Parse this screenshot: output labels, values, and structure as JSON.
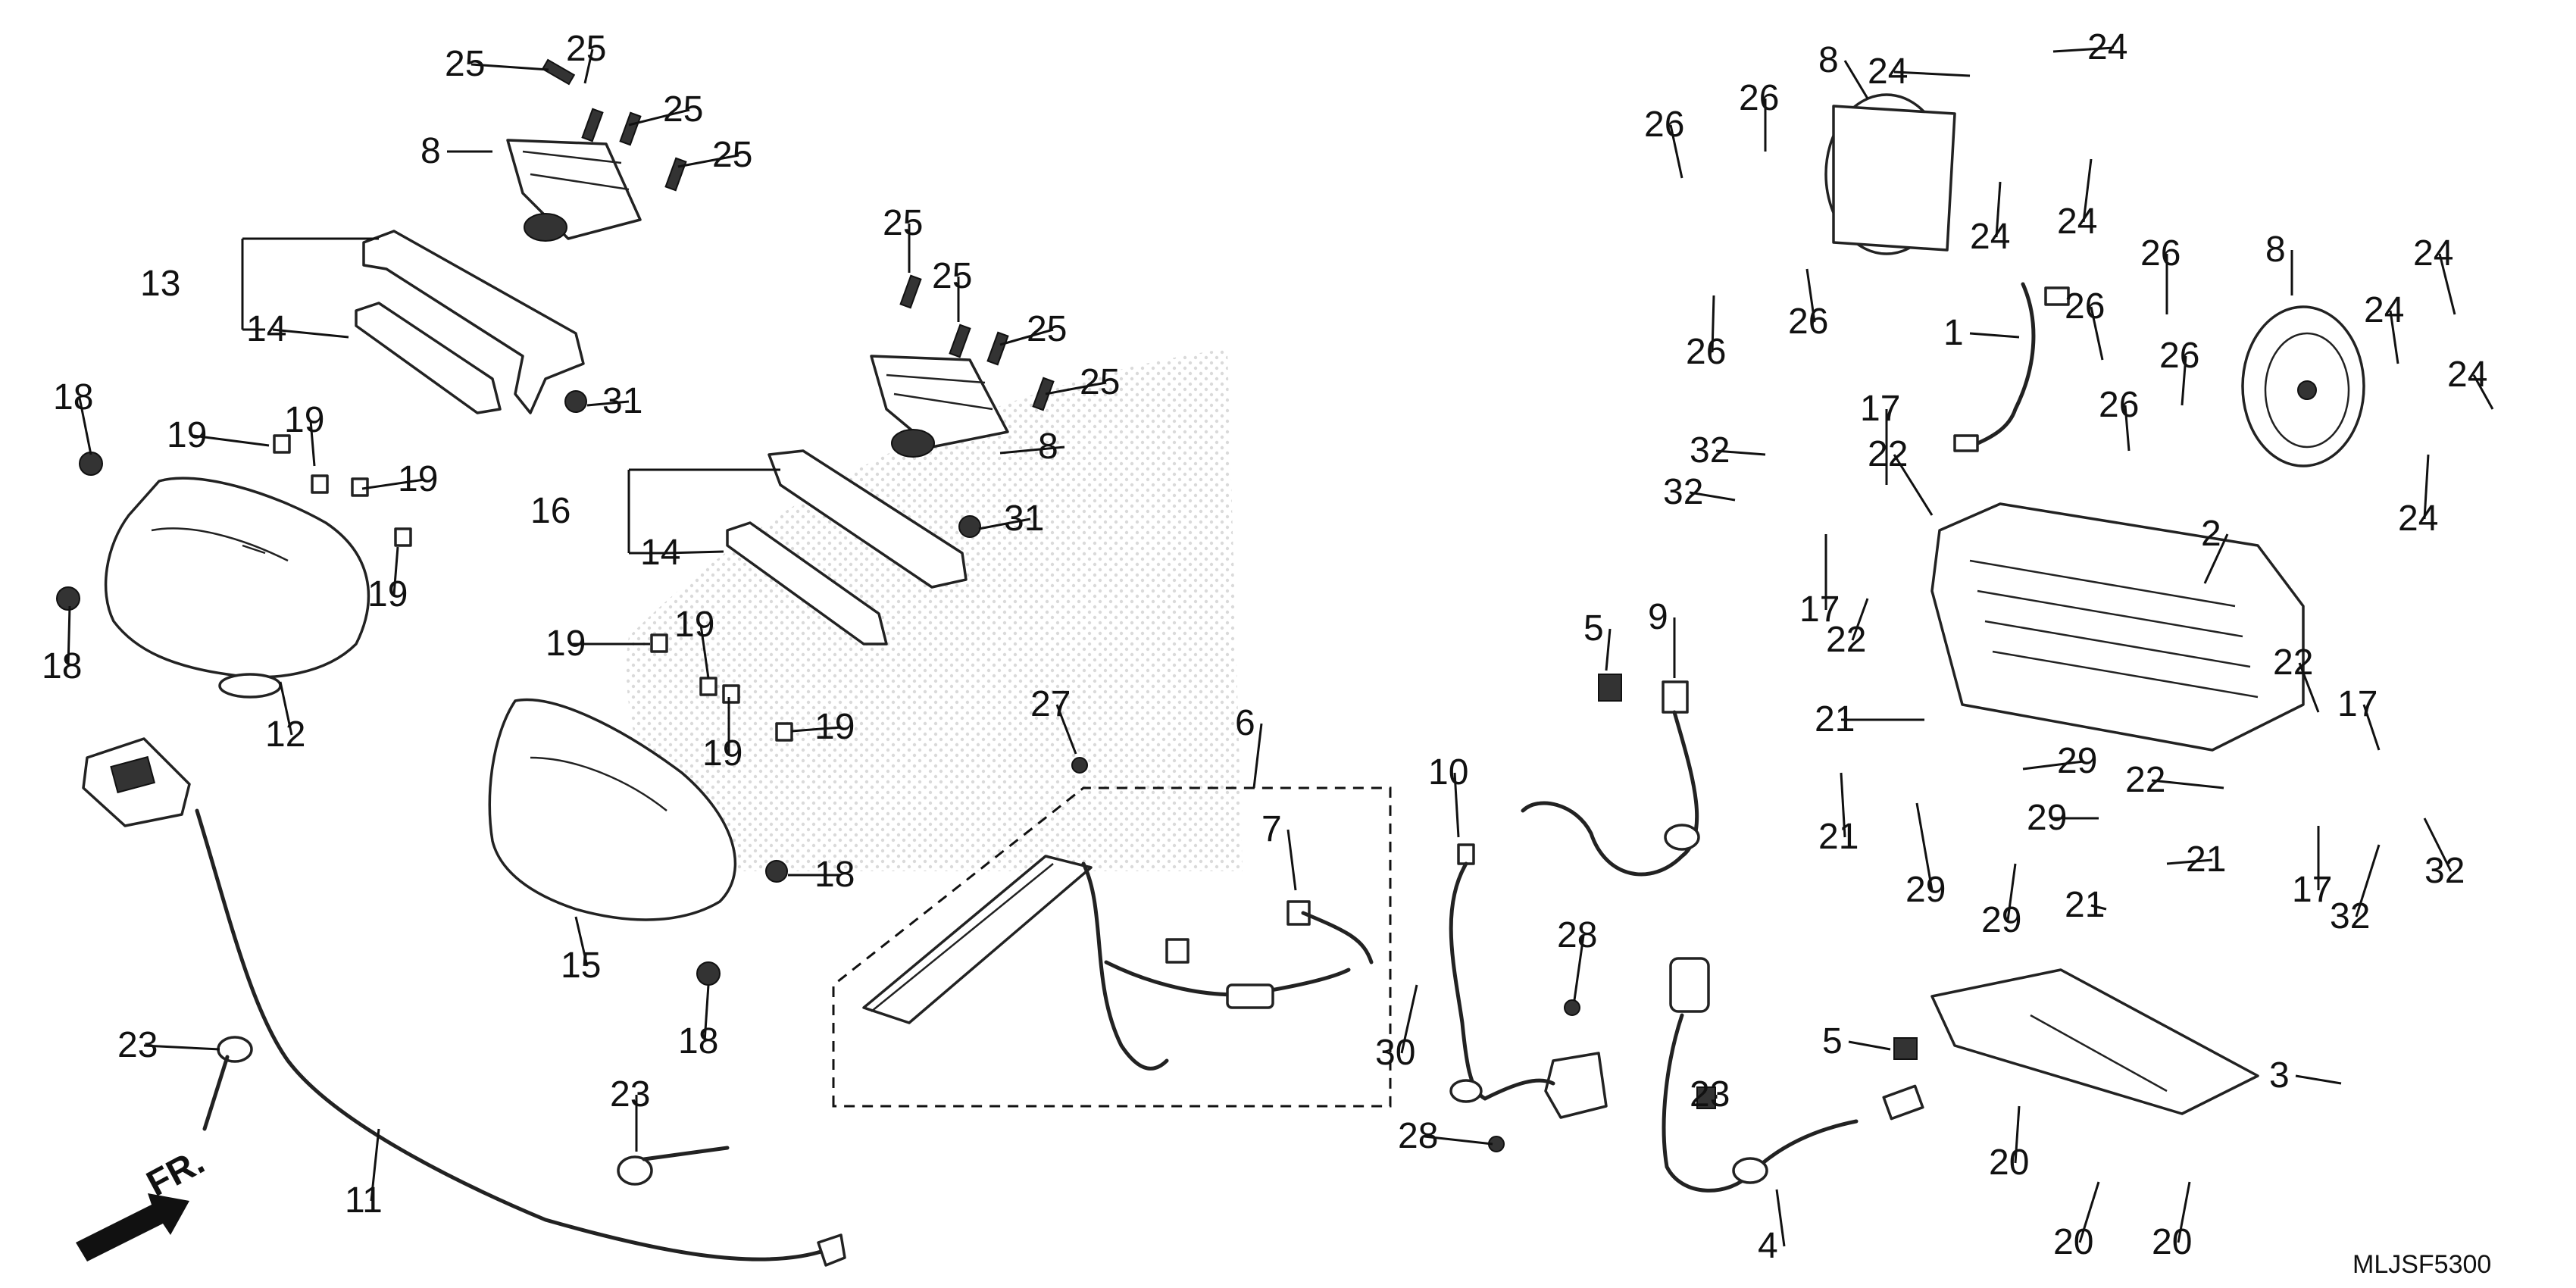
{
  "diagram": {
    "drawing_code": "MLJSF5300",
    "direction_marker": "FR.",
    "callouts": [
      {
        "id": "c25a",
        "text": "25"
      },
      {
        "id": "c25b",
        "text": "25"
      },
      {
        "id": "c25c",
        "text": "25"
      },
      {
        "id": "c25d",
        "text": "25"
      },
      {
        "id": "c8a",
        "text": "8"
      },
      {
        "id": "c13",
        "text": "13"
      },
      {
        "id": "c14a",
        "text": "14"
      },
      {
        "id": "c31a",
        "text": "31"
      },
      {
        "id": "c18a",
        "text": "18"
      },
      {
        "id": "c19a",
        "text": "19"
      },
      {
        "id": "c19b",
        "text": "19"
      },
      {
        "id": "c19c",
        "text": "19"
      },
      {
        "id": "c19d",
        "text": "19"
      },
      {
        "id": "c18b",
        "text": "18"
      },
      {
        "id": "c12",
        "text": "12"
      },
      {
        "id": "c25e",
        "text": "25"
      },
      {
        "id": "c25f",
        "text": "25"
      },
      {
        "id": "c25g",
        "text": "25"
      },
      {
        "id": "c25h",
        "text": "25"
      },
      {
        "id": "c8b",
        "text": "8"
      },
      {
        "id": "c16",
        "text": "16"
      },
      {
        "id": "c14b",
        "text": "14"
      },
      {
        "id": "c31b",
        "text": "31"
      },
      {
        "id": "c19e",
        "text": "19"
      },
      {
        "id": "c19f",
        "text": "19"
      },
      {
        "id": "c19g",
        "text": "19"
      },
      {
        "id": "c19h",
        "text": "19"
      },
      {
        "id": "c18c",
        "text": "18"
      },
      {
        "id": "c15",
        "text": "15"
      },
      {
        "id": "c18d",
        "text": "18"
      },
      {
        "id": "c11",
        "text": "11"
      },
      {
        "id": "c23a",
        "text": "23"
      },
      {
        "id": "c23b",
        "text": "23"
      },
      {
        "id": "c27",
        "text": "27"
      },
      {
        "id": "c6",
        "text": "6"
      },
      {
        "id": "c7",
        "text": "7"
      },
      {
        "id": "c10",
        "text": "10"
      },
      {
        "id": "c30",
        "text": "30"
      },
      {
        "id": "c28a",
        "text": "28"
      },
      {
        "id": "c28b",
        "text": "28"
      },
      {
        "id": "c5a",
        "text": "5"
      },
      {
        "id": "c9",
        "text": "9"
      },
      {
        "id": "c23c",
        "text": "23"
      },
      {
        "id": "c5b",
        "text": "5"
      },
      {
        "id": "c4",
        "text": "4"
      },
      {
        "id": "c26a",
        "text": "26"
      },
      {
        "id": "c26b",
        "text": "26"
      },
      {
        "id": "c8c",
        "text": "8"
      },
      {
        "id": "c24a",
        "text": "24"
      },
      {
        "id": "c24b",
        "text": "24"
      },
      {
        "id": "c26c",
        "text": "26"
      },
      {
        "id": "c26d",
        "text": "26"
      },
      {
        "id": "c24c",
        "text": "24"
      },
      {
        "id": "c24d",
        "text": "24"
      },
      {
        "id": "c1",
        "text": "1"
      },
      {
        "id": "c26e",
        "text": "26"
      },
      {
        "id": "c26f",
        "text": "26"
      },
      {
        "id": "c26g",
        "text": "26"
      },
      {
        "id": "c26h",
        "text": "26"
      },
      {
        "id": "c8d",
        "text": "8"
      },
      {
        "id": "c24e",
        "text": "24"
      },
      {
        "id": "c24f",
        "text": "24"
      },
      {
        "id": "c24g",
        "text": "24"
      },
      {
        "id": "c24h",
        "text": "24"
      },
      {
        "id": "c32a",
        "text": "32"
      },
      {
        "id": "c32b",
        "text": "32"
      },
      {
        "id": "c17a",
        "text": "17"
      },
      {
        "id": "c17b",
        "text": "17"
      },
      {
        "id": "c22a",
        "text": "22"
      },
      {
        "id": "c22b",
        "text": "22"
      },
      {
        "id": "c2",
        "text": "2"
      },
      {
        "id": "c21a",
        "text": "21"
      },
      {
        "id": "c21b",
        "text": "21"
      },
      {
        "id": "c29a",
        "text": "29"
      },
      {
        "id": "c29b",
        "text": "29"
      },
      {
        "id": "c29c",
        "text": "29"
      },
      {
        "id": "c29d",
        "text": "29"
      },
      {
        "id": "c22c",
        "text": "22"
      },
      {
        "id": "c22d",
        "text": "22"
      },
      {
        "id": "c17c",
        "text": "17"
      },
      {
        "id": "c17d",
        "text": "17"
      },
      {
        "id": "c32c",
        "text": "32"
      },
      {
        "id": "c32d",
        "text": "32"
      },
      {
        "id": "c21c",
        "text": "21"
      },
      {
        "id": "c21d",
        "text": "21"
      },
      {
        "id": "c3",
        "text": "3"
      },
      {
        "id": "c20a",
        "text": "20"
      },
      {
        "id": "c20b",
        "text": "20"
      },
      {
        "id": "c20c",
        "text": "20"
      }
    ]
  }
}
